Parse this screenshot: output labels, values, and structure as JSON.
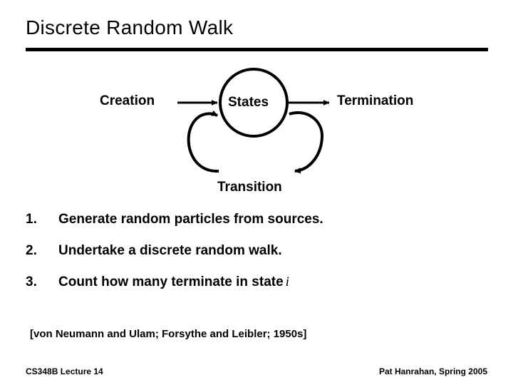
{
  "slide": {
    "title": "Discrete Random Walk"
  },
  "diagram": {
    "node_label": "States",
    "input_label": "Creation",
    "output_label": "Termination",
    "loop_label": "Transition",
    "stroke_color": "#000000"
  },
  "steps": [
    {
      "num": "1.",
      "text": "Generate random particles from sources.",
      "math": ""
    },
    {
      "num": "2.",
      "text": "Undertake a discrete random walk.",
      "math": ""
    },
    {
      "num": "3.",
      "text": "Count how many terminate in state",
      "math": "i"
    }
  ],
  "citation": "[von Neumann and Ulam; Forsythe and Leibler; 1950s]",
  "footer": {
    "left": "CS348B Lecture 14",
    "right": "Pat Hanrahan, Spring 2005"
  }
}
